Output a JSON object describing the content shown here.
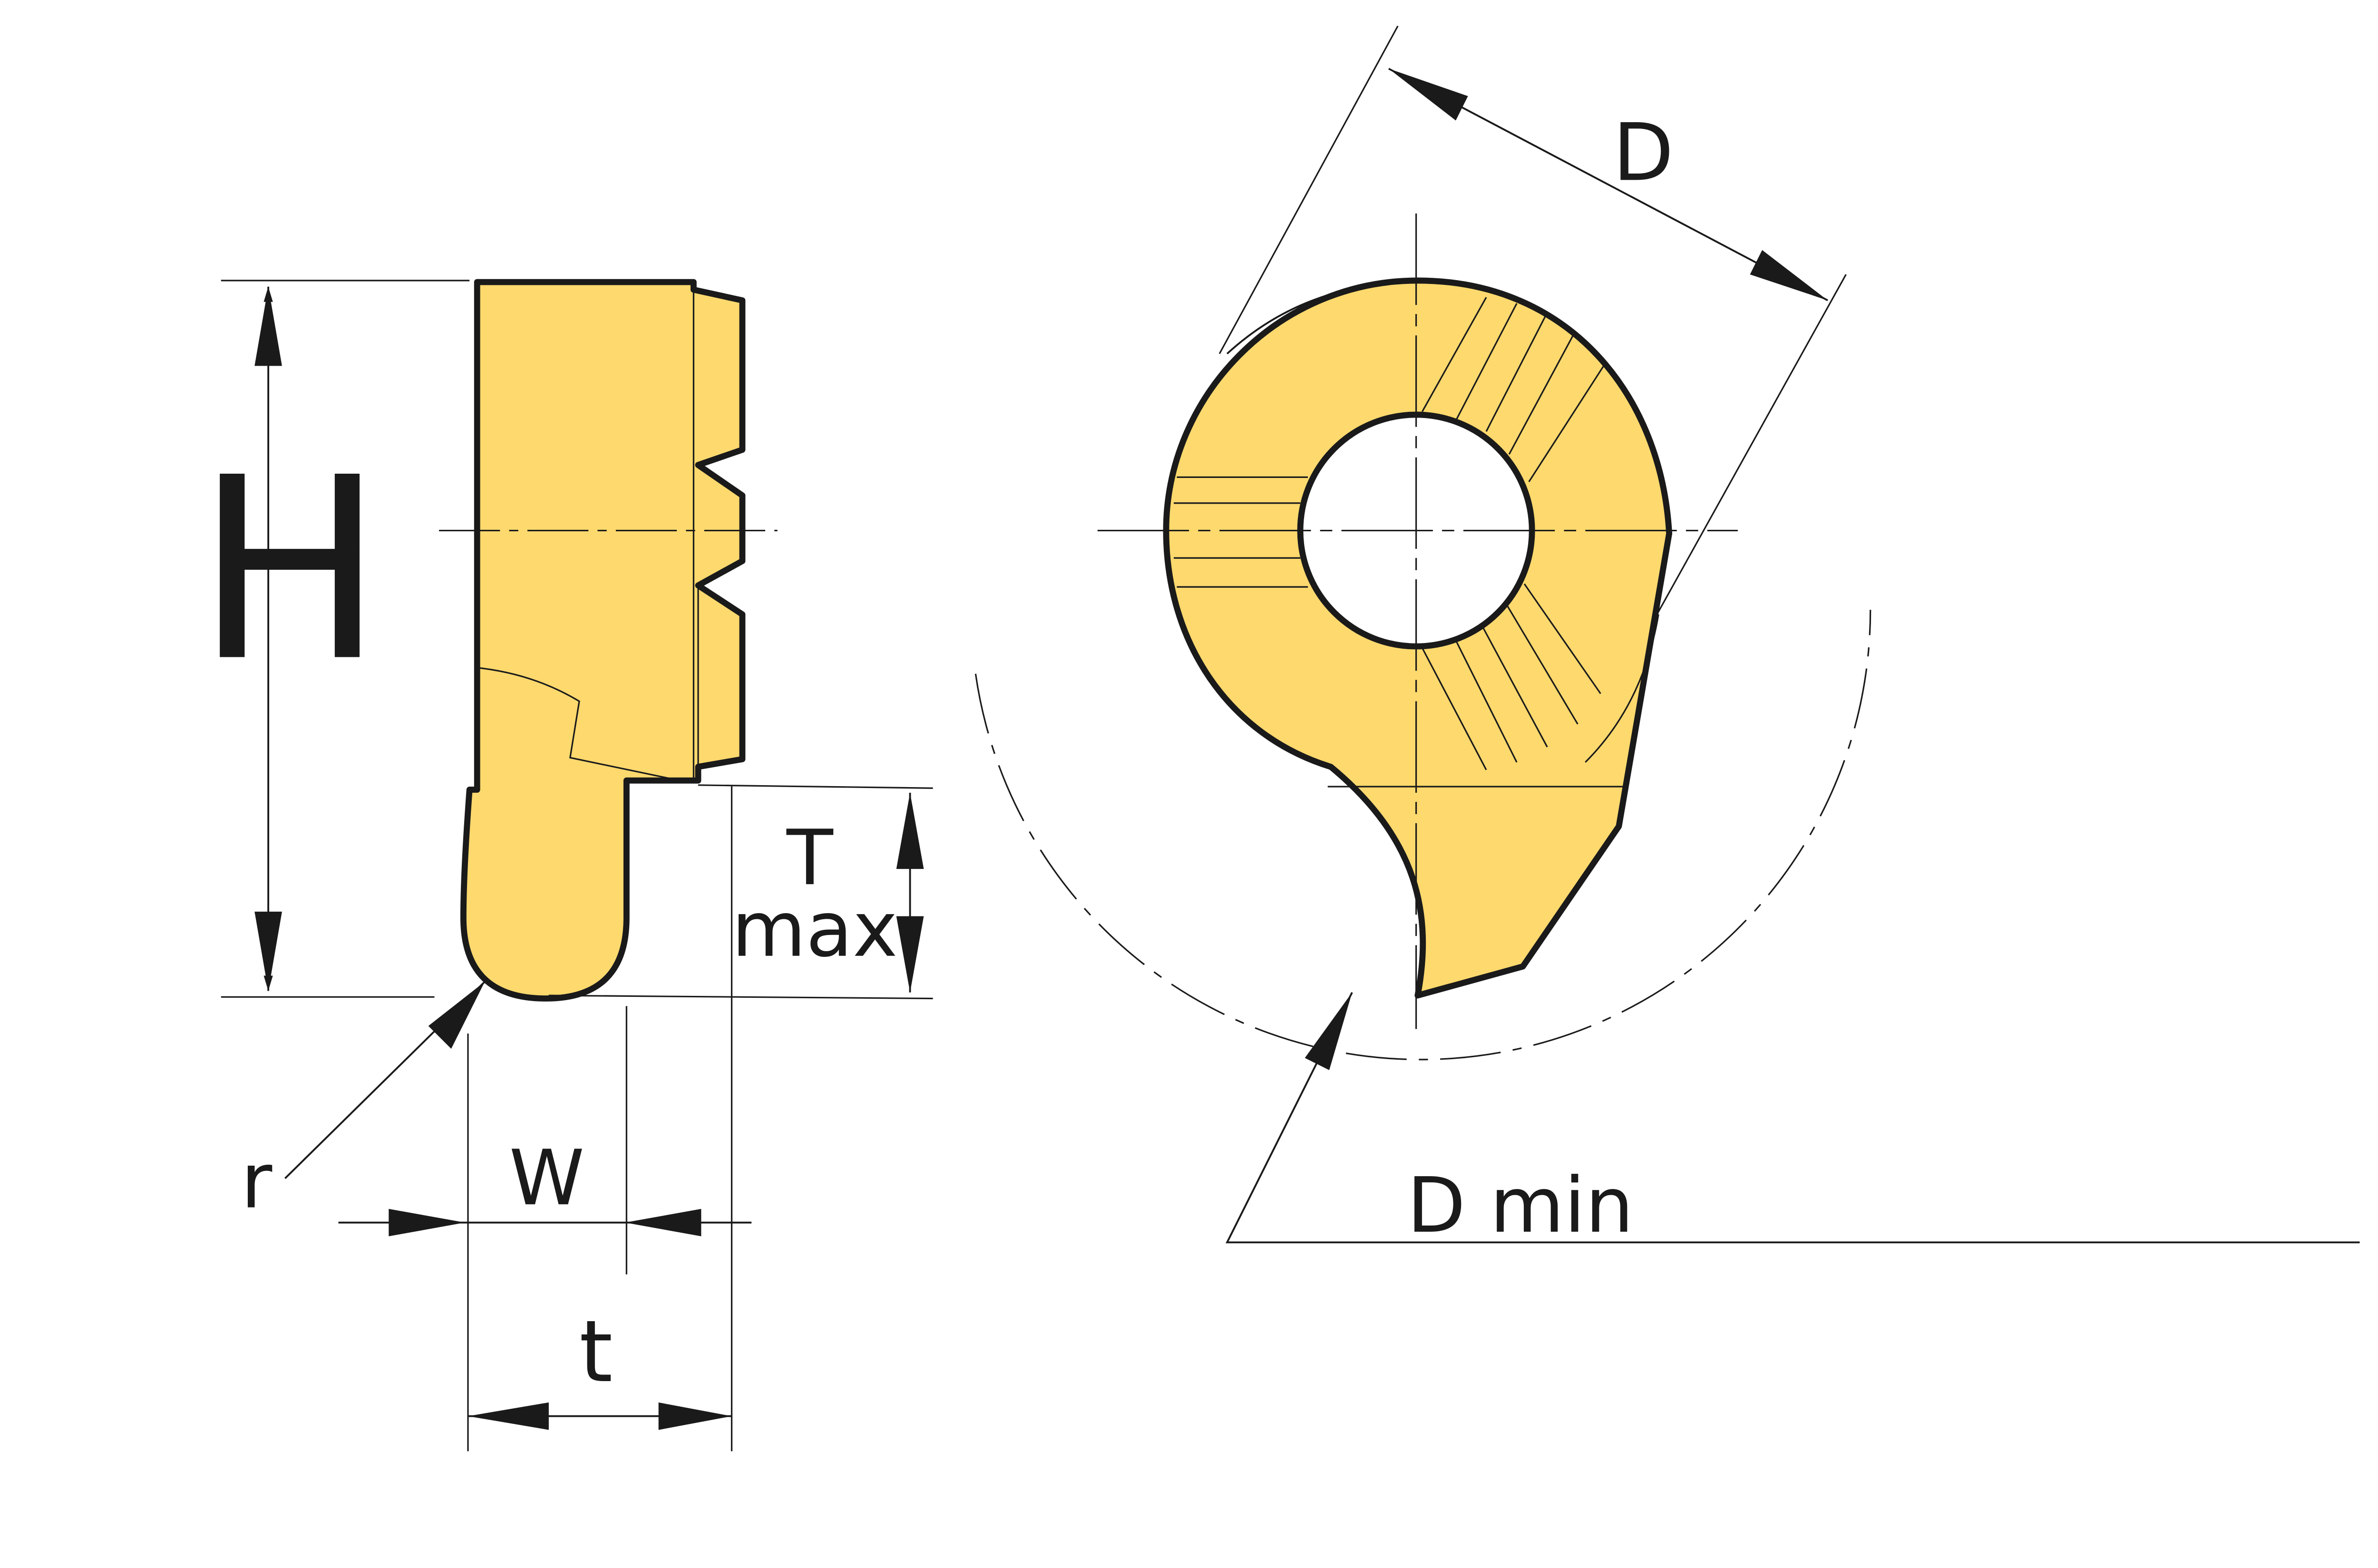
{
  "diagram": {
    "colors": {
      "insert_fill": "#FDD96E",
      "outline": "#1a1a1a",
      "background": "#ffffff"
    },
    "labels": {
      "H": "H",
      "T": "T",
      "max": "max",
      "r": "r",
      "W": "W",
      "t": "t",
      "D": "D",
      "D_min": "D min"
    }
  }
}
